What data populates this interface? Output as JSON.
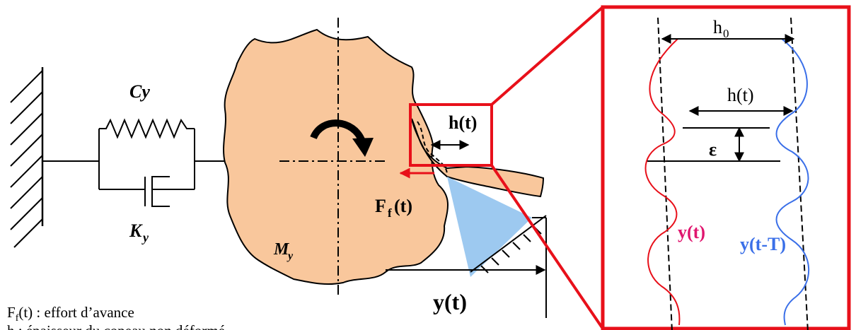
{
  "labels": {
    "damper": "Cy",
    "spring_main": "K",
    "spring_sub": "y",
    "mass_main": "M",
    "mass_sub": "y",
    "chip_thickness": "h(t)",
    "feed_force_main": "F",
    "feed_force_sub": "f",
    "feed_force_tail": "(t)",
    "displacement": "y(t)",
    "legend_line1_main": "F",
    "legend_line1_sub": "f",
    "legend_line1_rest": "(t) : effort d’avance",
    "legend_line2": "h : épaisseur du copeau non déformé"
  },
  "zoom": {
    "h0_main": "h",
    "h0_sub": "0",
    "h_t": "h(t)",
    "epsilon": "ε",
    "y_t": "y(t)",
    "y_t_minus_T": "y(t-T)"
  },
  "colors": {
    "frame_red": "#e8101a",
    "workpiece_fill": "#f9c79c",
    "tool_blue": "#9dc9f0",
    "curve_red": "#e8101a",
    "curve_blue": "#3a6fe8",
    "label_magenta": "#e0156e",
    "label_blue": "#3a6fe8",
    "arrow_black": "#000000"
  }
}
